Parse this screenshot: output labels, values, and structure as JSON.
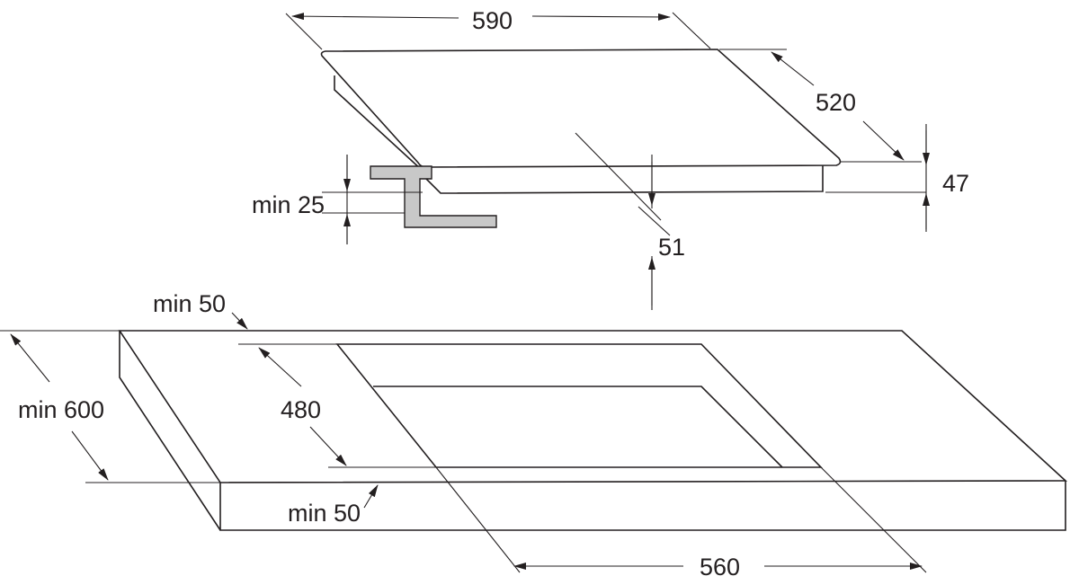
{
  "title": "Hob installation dimensions",
  "dimensions": {
    "hob_width": "590",
    "hob_depth": "520",
    "hob_height": "47",
    "clearance_below": "min 25",
    "built_in_depth": "51",
    "rear_margin": "min 50",
    "worktop_depth": "min 600",
    "cutout_depth": "480",
    "front_margin": "min 50",
    "cutout_width": "560"
  },
  "colors": {
    "line": "#231f20",
    "bracket": "#c8c8c8"
  }
}
